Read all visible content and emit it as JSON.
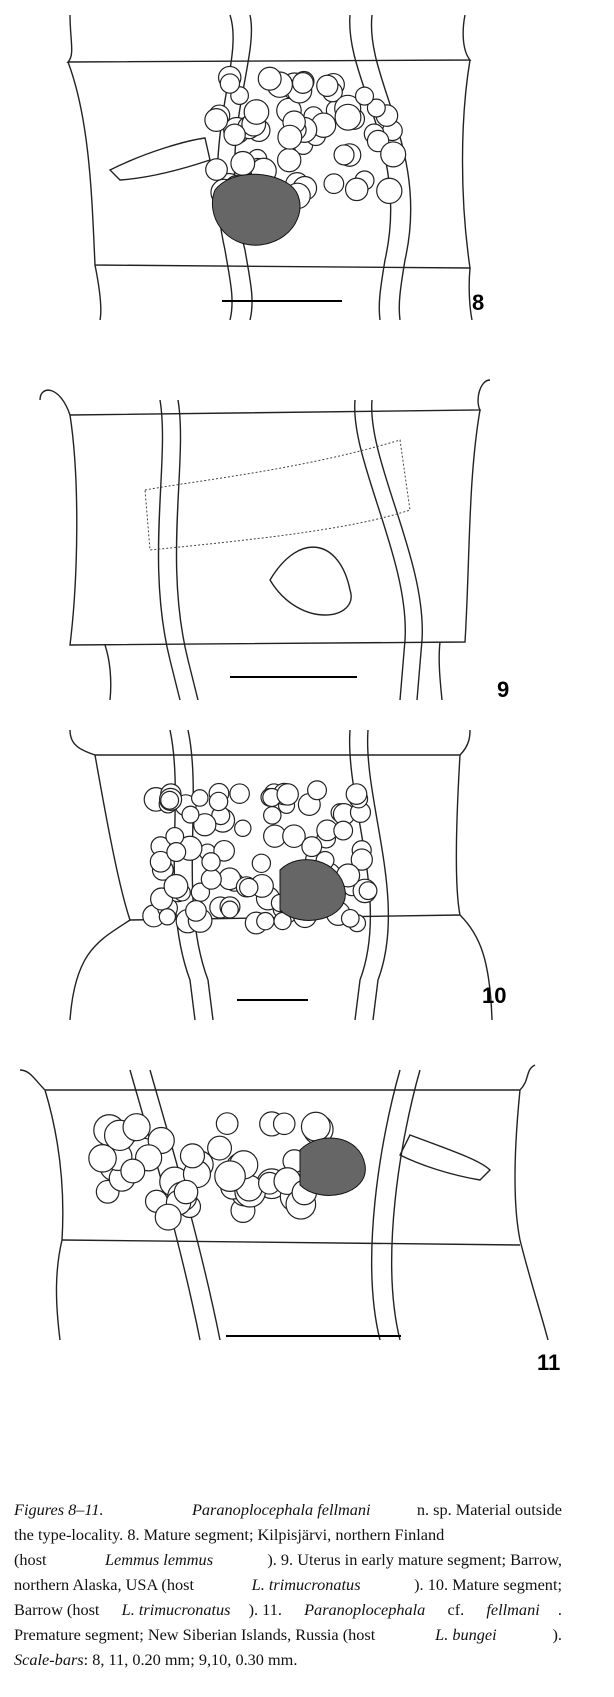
{
  "figures": [
    {
      "label": "8"
    },
    {
      "label": "9"
    },
    {
      "label": "10"
    },
    {
      "label": "11"
    }
  ],
  "caption": [
    [
      {
        "t": "Figures 8–11.",
        "i": true
      },
      {
        "t": " "
      },
      {
        "t": "Paranoplocephala fellmani",
        "i": true
      },
      {
        "t": " n. sp. Material outside"
      }
    ],
    [
      {
        "t": "the type-locality. 8. Mature segment; Kilpisjärvi, northern Finland"
      }
    ],
    [
      {
        "t": "(host "
      },
      {
        "t": "Lemmus lemmus",
        "i": true
      },
      {
        "t": "). 9. Uterus in early mature segment; Barrow,"
      }
    ],
    [
      {
        "t": "northern Alaska, USA (host "
      },
      {
        "t": "L. trimucronatus",
        "i": true
      },
      {
        "t": "). 10. Mature segment;"
      }
    ],
    [
      {
        "t": "Barrow (host "
      },
      {
        "t": "L. trimucronatus",
        "i": true
      },
      {
        "t": "). 11. "
      },
      {
        "t": "Paranoplocephala",
        "i": true
      },
      {
        "t": " cf. "
      },
      {
        "t": "fellmani",
        "i": true
      },
      {
        "t": "."
      }
    ],
    [
      {
        "t": "Premature segment; New Siberian Islands, Russia (host "
      },
      {
        "t": "L. bungei",
        "i": true
      },
      {
        "t": ")."
      }
    ],
    [
      {
        "t": "Scale-bars",
        "i": true
      },
      {
        "t": ": 8, 11, 0.20 mm; 9,10, 0.30 mm."
      }
    ]
  ]
}
